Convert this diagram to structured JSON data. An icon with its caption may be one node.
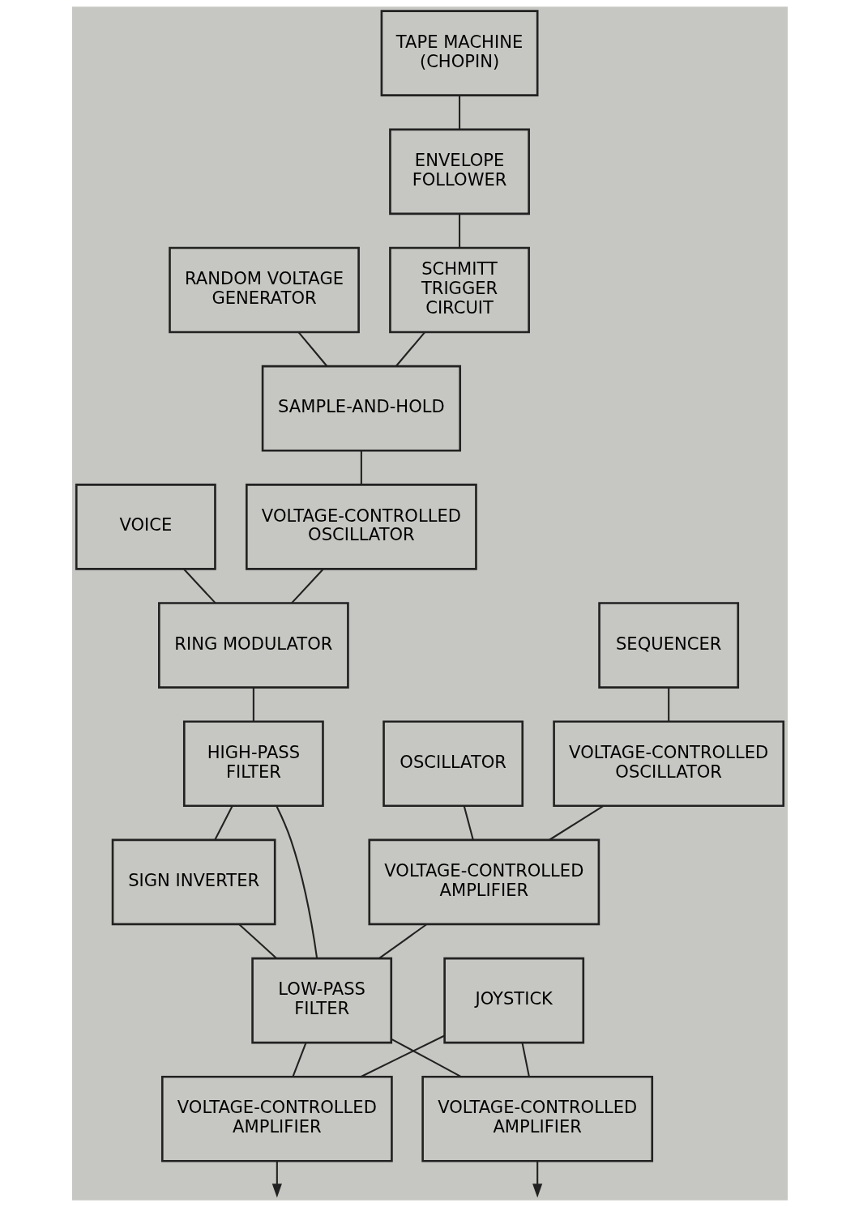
{
  "diagram": {
    "nodes": [
      {
        "text": [
          "VOICE"
        ]
      },
      {
        "text": [
          "VOLTAGE-CONTROLLED AMPLIFIER"
        ]
      },
      {
        "text": [
          "RING MODULATOR"
        ]
      },
      {
        "text": [
          "HIGH-PASS FILTER"
        ]
      },
      {
        "text": [
          "LOW-PASS FILTER"
        ]
      },
      {
        "text": [
          "VOLTAGE-CONTROLLED AMPLIFIER"
        ]
      },
      {
        "text": [
          "SIGN INVERTER"
        ]
      },
      {
        "text": [
          "VOLTAGE-CONTROLLED OSCILLATOR"
        ]
      },
      {
        "text": [
          "JOYSTICK"
        ]
      },
      {
        "text": [
          "RANDOM VOLTAGE GENERATOR"
        ]
      },
      {
        "text": [
          "SAMPLE-AND-HOLD"
        ]
      },
      {
        "text": [
          "ENVELOPE FOLLOWER"
        ]
      },
      {
        "text": [
          "SCHMITT TRIGGER CIRCUIT"
        ]
      },
      {
        "text": [
          "VOLTAGE-CONTROLLED OSCILLATOR"
        ]
      },
      {
        "text": [
          "VOLTAGE-CONTROLLED AMPLIFIER"
        ]
      },
      {
        "text": [
          "TAPE MACHINE (CHOPIN)"
        ]
      },
      {
        "text": [
          "SEQUENCER"
        ]
      },
      {
        "text": [
          "OSCILLATOR"
        ]
      }
    ],
    "edges": [
      {
        "from": 0,
        "to": 2,
        "arrow": "none"
      },
      {
        "from": 2,
        "to": 3,
        "arrow": "none"
      },
      {
        "from": 3,
        "to": 4,
        "arrow": "none"
      },
      {
        "from": 4,
        "to": 1,
        "arrow": "none"
      },
      {
        "from": 4,
        "to": 5,
        "arrow": "none"
      },
      {
        "from": 1,
        "to": null,
        "arrow": "to"
      },
      {
        "from": 5,
        "to": null,
        "arrow": "to"
      },
      {
        "from": 8,
        "to": 1,
        "arrow": "none"
      },
      {
        "from": 8,
        "to": 5,
        "arrow": "none"
      },
      {
        "from": 3,
        "to": 6,
        "arrow": "none"
      },
      {
        "from": 6,
        "to": 4,
        "arrow": "none"
      },
      {
        "from": 14,
        "to": 4,
        "arrow": "none"
      },
      {
        "from": 7,
        "to": 2,
        "arrow": "none"
      },
      {
        "from": 10,
        "to": 7,
        "arrow": "none"
      },
      {
        "from": 9,
        "to": 10,
        "arrow": "none"
      },
      {
        "from": 12,
        "to": 10,
        "arrow": "none"
      },
      {
        "from": 11,
        "to": 12,
        "arrow": "none"
      },
      {
        "from": 15,
        "to": 11,
        "arrow": "none"
      },
      {
        "from": 13,
        "to": 14,
        "arrow": "none"
      },
      {
        "from": 16,
        "to": 13,
        "arrow": "none"
      },
      {
        "from": 17,
        "to": 14,
        "arrow": "none"
      }
    ]
  }
}
